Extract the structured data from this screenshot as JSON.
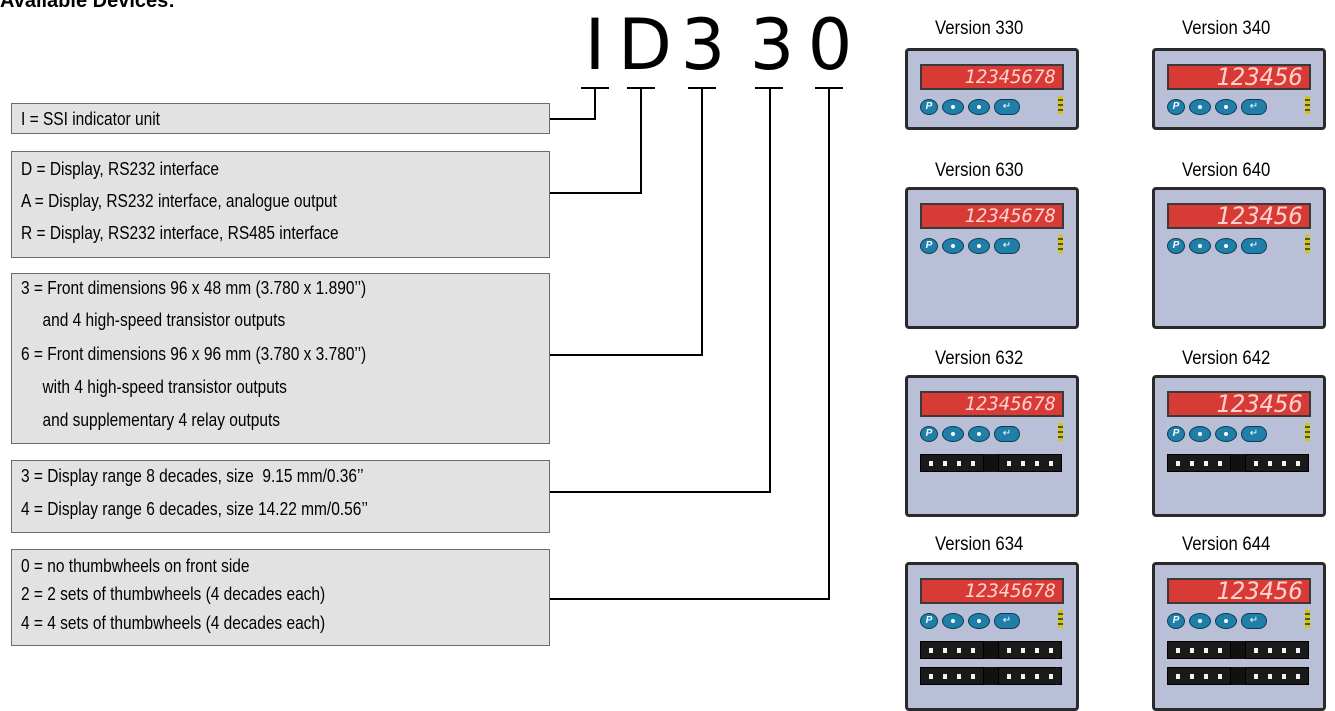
{
  "heading": "Available Devices:",
  "code": {
    "letters": [
      "I",
      "D",
      "3",
      "3",
      "0"
    ]
  },
  "boxes": [
    {
      "lines": [
        "I = SSI indicator unit"
      ]
    },
    {
      "lines": [
        "D = Display, RS232 interface",
        "A = Display, RS232 interface, analogue output",
        "R = Display, RS232 interface, RS485 interface"
      ]
    },
    {
      "lines": [
        "3 = Front dimensions 96 x 48 mm (3.780 x 1.890’’)",
        "     and 4 high-speed transistor outputs",
        "6 = Front dimensions 96 x 96 mm (3.780 x 3.780’’)",
        "     with 4 high-speed transistor outputs",
        "     and supplementary 4 relay outputs"
      ]
    },
    {
      "lines": [
        "3 = Display range 8 decades, size  9.15 mm/0.36’’",
        "4 = Display range 6 decades, size 14.22 mm/0.56’’"
      ]
    },
    {
      "lines": [
        "0 = no thumbwheels on front side",
        "2 = 2 sets of thumbwheels (4 decades each)",
        "4 = 4 sets of thumbwheels (4 decades each)"
      ]
    }
  ],
  "devices": [
    {
      "label": "Version 330",
      "display": "12345678",
      "digits": 8,
      "size": "small",
      "thumbs": 0
    },
    {
      "label": "Version 340",
      "display": "123456",
      "digits": 6,
      "size": "small",
      "thumbs": 0
    },
    {
      "label": "Version 630",
      "display": "12345678",
      "digits": 8,
      "size": "large",
      "thumbs": 0
    },
    {
      "label": "Version 640",
      "display": "123456",
      "digits": 6,
      "size": "large",
      "thumbs": 0
    },
    {
      "label": "Version 632",
      "display": "12345678",
      "digits": 8,
      "size": "large",
      "thumbs": 2
    },
    {
      "label": "Version 642",
      "display": "123456",
      "digits": 6,
      "size": "large",
      "thumbs": 2
    },
    {
      "label": "Version 634",
      "display": "12345678",
      "digits": 8,
      "size": "large",
      "thumbs": 4
    },
    {
      "label": "Version 644",
      "display": "123456",
      "digits": 6,
      "size": "large",
      "thumbs": 4
    }
  ],
  "button_labels": {
    "program": "P",
    "enter": "↵"
  },
  "colors": {
    "box_fill": "#e2e2e2",
    "device_face": "#b9bfd6",
    "display_red": "#d83a35",
    "button_blue": "#1f7fa8"
  }
}
